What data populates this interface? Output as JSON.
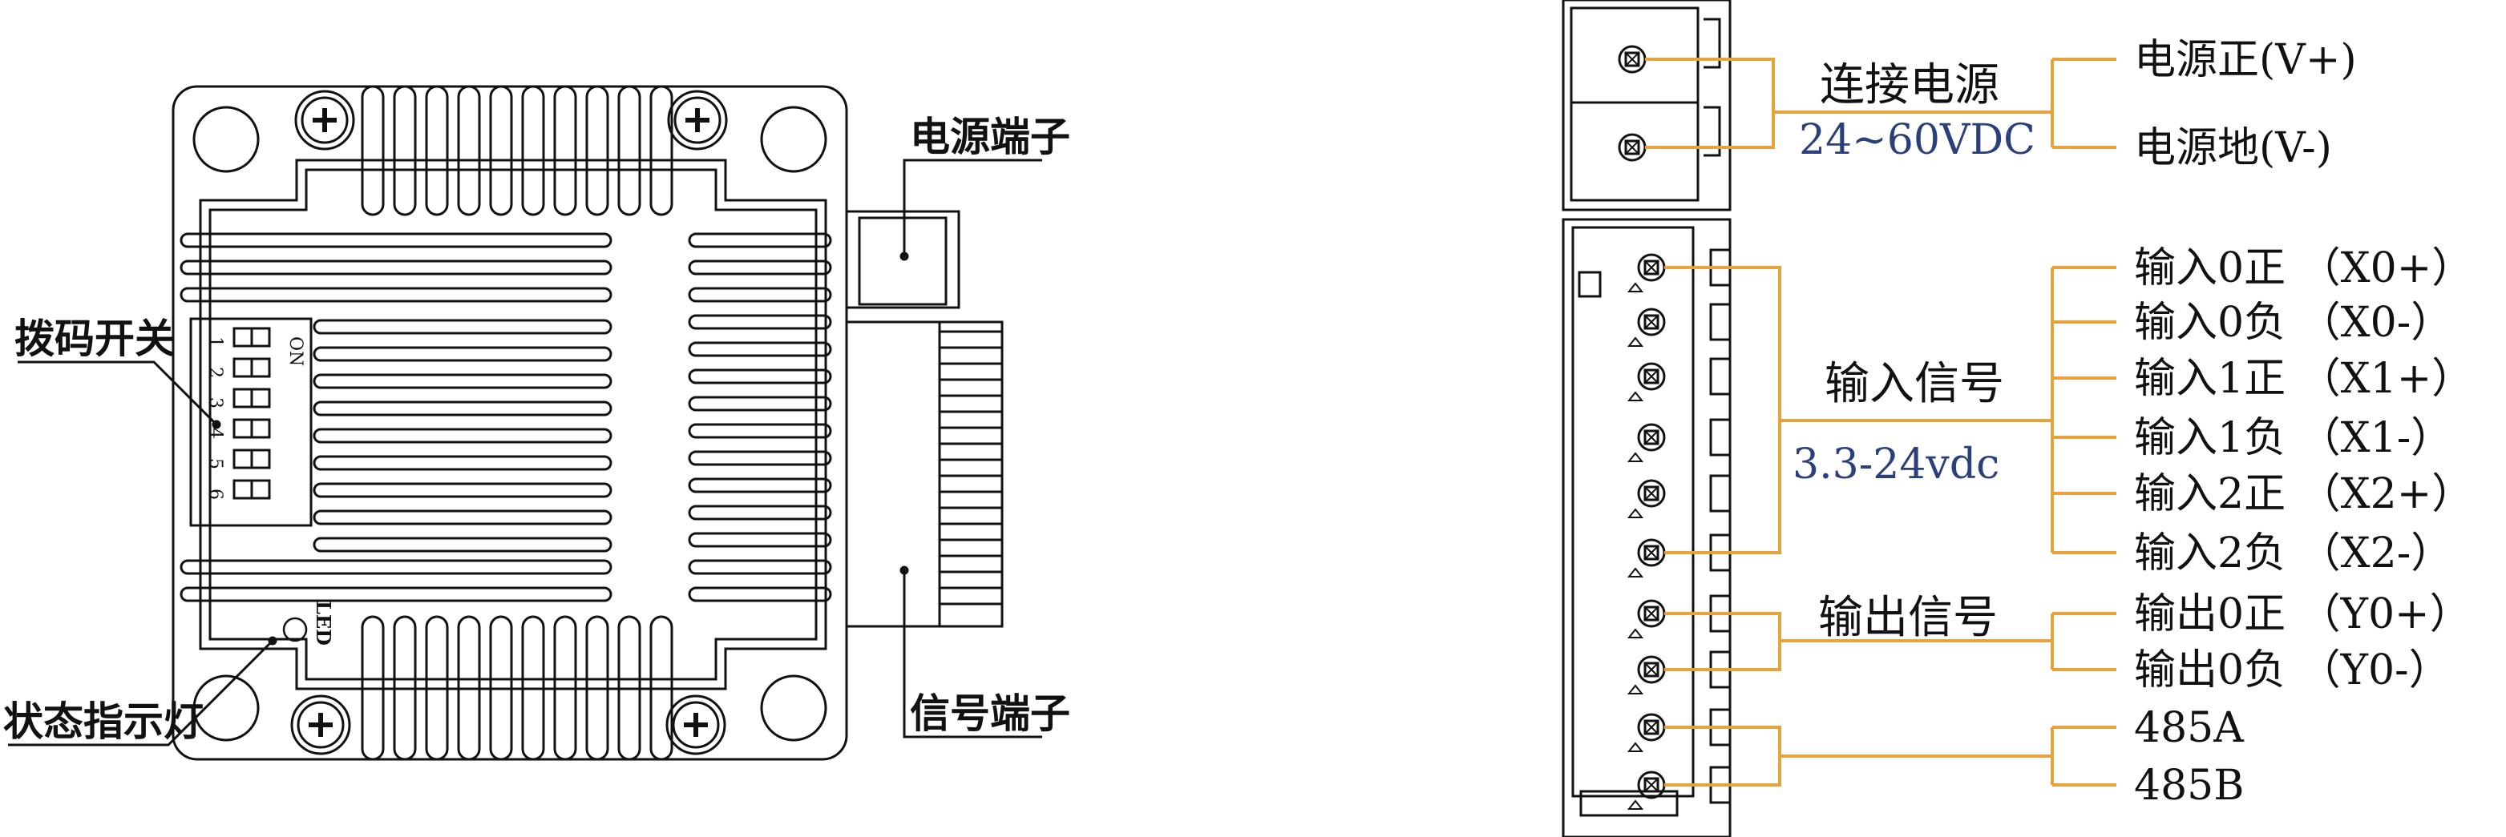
{
  "colors": {
    "line": "#111111",
    "leader": "#e8a23b",
    "spec_text": "#2b3f7a",
    "text": "#111111"
  },
  "left_view": {
    "labels": {
      "power_terminal": "电源端子",
      "dip_switch": "拨码开关",
      "signal_terminal": "信号端子",
      "status_light": "状态指示灯"
    },
    "dip_switch": {
      "on_text": "ON",
      "numbers": [
        "1",
        "2",
        "3",
        "4",
        "5",
        "6"
      ]
    },
    "led_text": "LED"
  },
  "right_view": {
    "power_group": {
      "title": "连接电源",
      "spec": "24~60VDC",
      "pins": [
        "电源正(V+)",
        "电源地(V-)"
      ]
    },
    "input_group": {
      "title": "输入信号",
      "spec": "3.3-24vdc",
      "pins": [
        "输入0正 （X0+）",
        "输入0负 （X0-）",
        "输入1正 （X1+）",
        "输入1负 （X1-）",
        "输入2正 （X2+）",
        "输入2负 （X2-）"
      ]
    },
    "output_group": {
      "title": "输出信号",
      "pins": [
        "输出0正 （Y0+）",
        "输出0负 （Y0-）"
      ]
    },
    "rs485_pins": [
      "485A",
      "485B"
    ]
  }
}
